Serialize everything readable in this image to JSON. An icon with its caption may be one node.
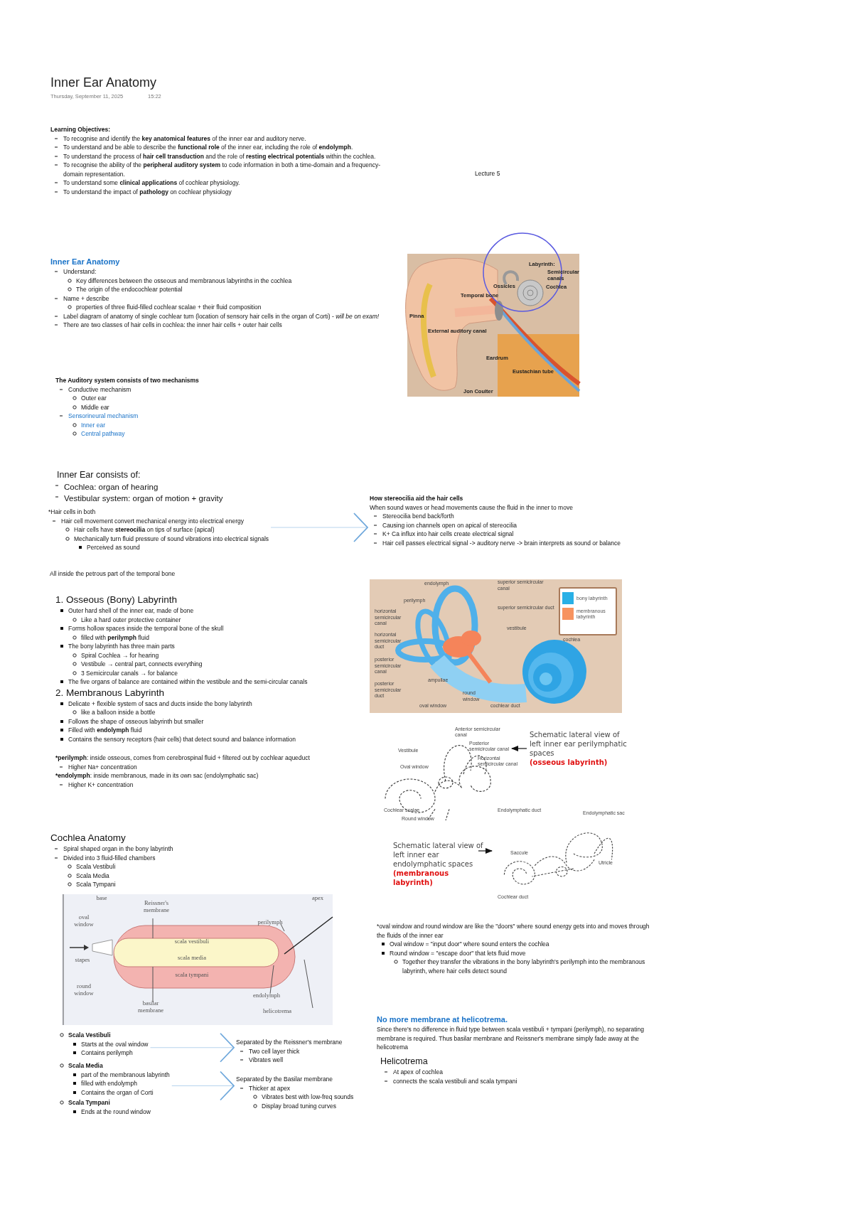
{
  "diagram": {
    "title": "Inner Ear Anatomy",
    "nodes": [
      {
        "text": [
          "*Hair cells in both",
          "Hair cell movement convert mechanical energy into electrical energy",
          "Hair cells have **stereocilia** on tips of surface (apical)",
          "Mechanically turn fluid pressure of sound vibrations into electrical signals",
          "Perceived as sound"
        ]
      },
      {
        "text": [
          "How stereocilia aid the hair cells",
          "When sound waves or head movements cause the fluid in the inner to move",
          "Stereocilia bend back/forth",
          "Causing ion channels open on apical of stereocilia",
          "K+ Ca influx into hair cells create electrical signal",
          "Hair cell passes electrical signal -> auditory nerve -> brain interprets as sound or balance"
        ]
      },
      {
        "text": [
          "Schematic lateral view of left inner ear perilymphatic spaces",
          "(osseous labyrinth)"
        ]
      },
      {
        "text": [],
        "shape": "picture"
      },
      {
        "text": [
          "Schematic lateral view of left inner ear endolymphatic spaces",
          "(membranous labyrinth)"
        ]
      },
      {
        "text": [],
        "shape": "picture"
      },
      {
        "text": [
          "Scala Vestibuli",
          "Starts at the oval window",
          "Contains perilymph"
        ]
      },
      {
        "text": [
          "Separated by the Reissner's membrane",
          "Two cell layer thick",
          "Vibrates well"
        ]
      },
      {
        "text": [
          "Scala Media",
          "part of the membranous labyrinth",
          "filled with endolymph",
          "Contains the organ of Corti"
        ]
      },
      {
        "text": [
          "Separated by the Basilar membrane",
          "Thicker at apex",
          "Vibrates best with low-freq sounds",
          "Display broad tuning curves"
        ]
      }
    ],
    "edges": [
      {
        "from": 0,
        "to": 1,
        "arrow": "to"
      },
      {
        "from": 2,
        "to": 3,
        "arrow": "to",
        "color": "#111111"
      },
      {
        "from": 4,
        "to": 5,
        "arrow": "to",
        "color": "#111111"
      },
      {
        "from": 6,
        "to": 7,
        "arrow": "to"
      },
      {
        "from": 8,
        "to": 9,
        "arrow": "to"
      }
    ],
    "labels": [
      "Thursday, September 11, 2025",
      "15:22",
      "Learning Objectives:",
      "To recognise and identify the **key anatomical features** of the inner ear and auditory nerve.",
      "To understand and be able to describe the **functional role** of the inner ear, including the role of **endolymph**.",
      "To understand the process of **hair cell transduction** and the role of **resting electrical potentials** within the cochlea.",
      "To recognise the ability of the **peripheral auditory system** to code information in both a time-domain and a frequency-domain representation.",
      "To understand some **clinical applications** of cochlear physiology.",
      "To understand the impact of **pathology** on cochlear physiology",
      "Lecture 5",
      "Inner Ear Anatomy",
      "Understand:",
      "Key differences between the osseous and membranous labyrinths in the cochlea",
      "The origin of the endocochlear potential",
      "Name + describe",
      "properties of three fluid-filled cochlear scalae + their fluid composition",
      "Label diagram of anatomy of single cochlear turn (location of sensory hair cells in the organ of Corti) - *will be on exam!*",
      "There are two classes of hair cells in cochlea: the inner hair cells + outer hair cells",
      "Labyrinth:",
      "Semicircular canals",
      "Ossicles",
      "Cochlea",
      "Temporal bone",
      "Pinna",
      "External auditory canal",
      "Eardrum",
      "Eustachian tube",
      "Jon Coulter",
      "The Auditory system consists of two mechanisms",
      "Conductive mechanism",
      "Outer ear",
      "Middle ear",
      "Sensorineural mechanism",
      "Inner ear",
      "Central pathway",
      "Inner Ear consists of:",
      "Cochlea: organ of hearing",
      "Vestibular system: organ of motion + gravity",
      "All inside the petrous part of the temporal bone",
      "1. Osseous (Bony) Labyrinth",
      "Outer hard shell of the inner ear, made of bone",
      "Like a hard outer protective container",
      "Forms hollow spaces inside the temporal bone of the skull",
      "filled with **perilymph** fluid",
      "The bony labyrinth has three main parts",
      "Spiral Cochlea → for hearing",
      "Vestibule → central part, connects everything",
      "3 Semicircular canals → for balance",
      "The five organs of balance are contained within the vestibule and the semi-circular canals",
      "2. Membranous Labyrinth",
      "Delicate + flexible system of sacs and ducts inside the bony labyrinth",
      "like a balloon inside a bottle",
      "Follows the shape of osseous labyrinth but smaller",
      "Filled with **endolymph** fluid",
      "Contains the sensory receptors (hair cells) that detect sound and balance information",
      "***perilymph**: inside osseous, comes from cerebrospinal fluid + filtered out by cochlear aqueduct",
      "Higher Na+ concentration",
      "***endolymph**: inside membranous, made in its own sac (endolymphatic sac)",
      "Higher K+ concentration",
      "endolymph",
      "superior semicircular canal",
      "perilymph",
      "horizontal semicircular canal",
      "superior semicircular duct",
      "vestibule",
      "horizontal semicircular duct",
      "cochlea",
      "posterior semicircular canal",
      "ampullae",
      "posterior semicircular duct",
      "round window",
      "oval window",
      "cochlear duct",
      "Anterior semicircular canal",
      "Posterior semicircular canal",
      "Vestibule",
      "Horizontal semicircular canal",
      "Oval window",
      "Cochlear scalae",
      "Round window",
      "Endolymphatic duct",
      "Endolymphatic sac",
      "Saccule",
      "Utricle",
      "Cochlear duct",
      "Cochlea Anatomy",
      "Spiral shaped organ in the bony labyrinth",
      "Divided into 3 fluid-filled chambers",
      "Scala Vestibuli",
      "Scala Media",
      "Scala Tympani",
      "base",
      "apex",
      "Reissner's membrane",
      "oval window",
      "perilymph",
      "scala vestibuli",
      "stapes",
      "scala media",
      "scala tympani",
      "round window",
      "endolymph",
      "basilar membrane",
      "helicotrema",
      "*oval window and round window are like the \"doors\" where sound energy gets into and moves through the fluids of the inner ear",
      "Oval window = \"input door\" where sound enters the cochlea",
      "Round window = \"escape door\" that lets fluid move",
      "Together they transfer the vibrations in the bony labyrinth's perilymph into the membranous labyrinth, where hair cells detect sound",
      "No more membrane at helicotrema.",
      "Since there's no difference in fluid type between scala vestibuli + tympani (perilymph), no separating membrane is required. Thus basilar membrane and Reissner's membrane simply fade away at the helicotrema",
      "Helicotrema",
      "At apex of cochlea",
      "connects the scala vestibuli and scala tympani",
      "Scala Tympani",
      "Ends at the round window"
    ],
    "legend": [
      {
        "text": "bony labyrinth",
        "color": "#29b0e6"
      },
      {
        "text": "membranous labyrinth",
        "color": "#f7935f"
      }
    ]
  }
}
